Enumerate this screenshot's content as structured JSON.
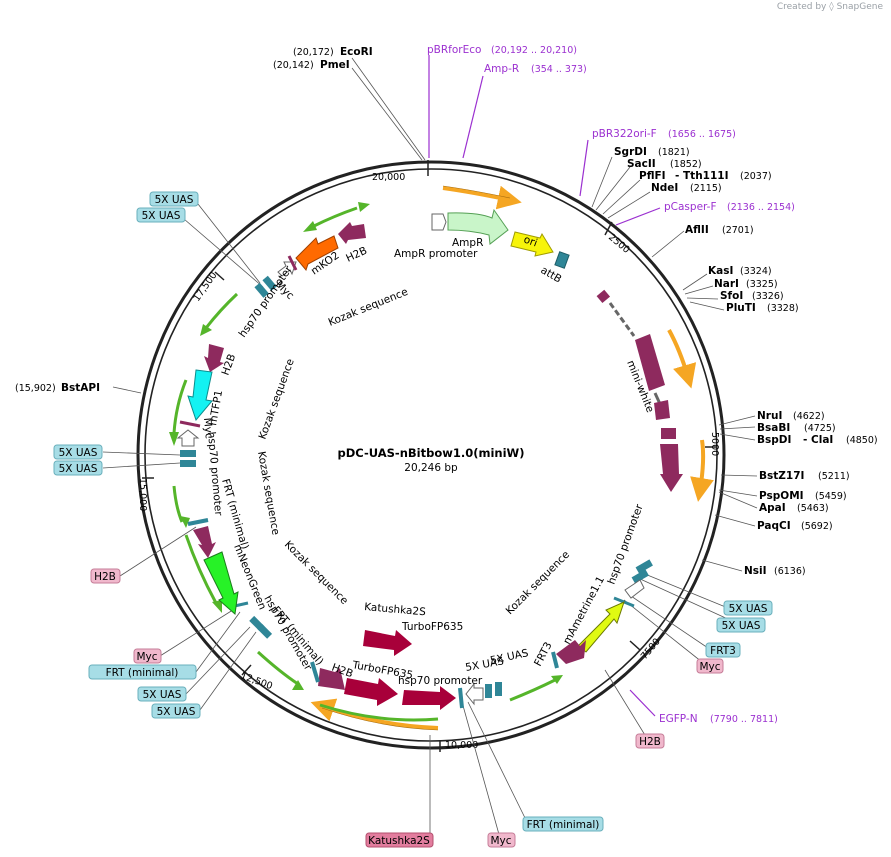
{
  "brand": {
    "created_by": "Created by",
    "name": "SnapGene"
  },
  "plasmid": {
    "name": "pDC-UAS-nBitbow1.0(miniW)",
    "length": "20,246 bp"
  },
  "ticks": [
    "20,000",
    "2500",
    "5000",
    "7500",
    "10,000",
    "12,500",
    "15,000",
    "17,500"
  ],
  "enzymes": [
    {
      "pos": "(20,172)",
      "name": "EcoRI"
    },
    {
      "pos": "(20,142)",
      "name": "PmeI"
    },
    {
      "name": "SgrDI",
      "pos": "(1821)"
    },
    {
      "name": "SacII",
      "pos": "(1852)"
    },
    {
      "name": "PflFI",
      "extra": "- Tth111I",
      "pos": "(2037)"
    },
    {
      "name": "NdeI",
      "pos": "(2115)"
    },
    {
      "name": "AflII",
      "pos": "(2701)"
    },
    {
      "name": "KasI",
      "pos": "(3324)"
    },
    {
      "name": "NarI",
      "pos": "(3325)"
    },
    {
      "name": "SfoI",
      "pos": "(3326)"
    },
    {
      "name": "PluTI",
      "pos": "(3328)"
    },
    {
      "name": "NruI",
      "pos": "(4622)"
    },
    {
      "name": "BsaBI",
      "pos": "(4725)"
    },
    {
      "name": "BspDI",
      "extra": "- ClaI",
      "pos": "(4850)"
    },
    {
      "name": "BstZ17I",
      "pos": "(5211)"
    },
    {
      "name": "PspOMI",
      "pos": "(5459)"
    },
    {
      "name": "ApaI",
      "pos": "(5463)"
    },
    {
      "name": "PaqCI",
      "pos": "(5692)"
    },
    {
      "name": "NsiI",
      "pos": "(6136)"
    },
    {
      "pos": "(15,902)",
      "name": "BstAPI"
    }
  ],
  "primers": [
    {
      "name": "pBRforEco",
      "pos": "(20,192 .. 20,210)"
    },
    {
      "name": "Amp-R",
      "pos": "(354 .. 373)"
    },
    {
      "name": "pBR322ori-F",
      "pos": "(1656 .. 1675)"
    },
    {
      "name": "pCasper-F",
      "pos": "(2136 .. 2154)"
    },
    {
      "name": "EGFP-N",
      "pos": "(7790 .. 7811)"
    }
  ],
  "boxes": [
    "5X UAS",
    "5X UAS",
    "5X UAS",
    "5X UAS",
    "H2B",
    "Myc",
    "FRT (minimal)",
    "5X UAS",
    "5X UAS",
    "Katushka2S",
    "Myc",
    "FRT (minimal)",
    "5X UAS",
    "5X UAS",
    "FRT3",
    "Myc",
    "H2B"
  ],
  "features": {
    "ampr": "AmpR",
    "ampr_promoter": "AmpR promoter",
    "ori": "ori",
    "attb": "attB",
    "mini_white": "mini-white",
    "hsp70_right": "hsp70 promoter",
    "kozak_right": "Kozak sequence",
    "mametrine": "mAmetrine1.1",
    "frt3": "FRT3",
    "uas5_a": "5X UAS",
    "uas5_b": "5X UAS",
    "hsp70_bottom": "hsp70 promoter",
    "katushka": "Katushka2S",
    "turbofp_a": "TurboFP635",
    "turbofp_b": "TurboFP635",
    "h2b_bottom": "H2B",
    "kozak_bottom": "Kozak sequence",
    "frt_min_a": "FRT (minimal)",
    "hsp70_left": "hsp70 promoter",
    "mneongreen": "mNeonGreen",
    "frt_min_b": "FRT (minimal)",
    "kozak_left": "Kozak sequence",
    "hsp70_midleft": "hsp70 promoter",
    "myc_left": "Myc",
    "mtfp1": "mTFP1",
    "h2b_left": "H2B",
    "kozak_leftupper": "Kozak sequence",
    "hsp70_top": "hsp70 promoter",
    "myc_top": "Myc",
    "mko2": "mKO2",
    "h2b_top": "H2B",
    "kozak_top": "Kozak sequence"
  },
  "colors": {
    "primer": "#9b30d0",
    "box_blue": "#a7dde6",
    "box_pink": "#f0b8cc",
    "box_mag": "#e27d9e",
    "maroon": "#8e2a5e",
    "orange_arrow": "#f5a623",
    "green_arrow": "#55b52a"
  }
}
